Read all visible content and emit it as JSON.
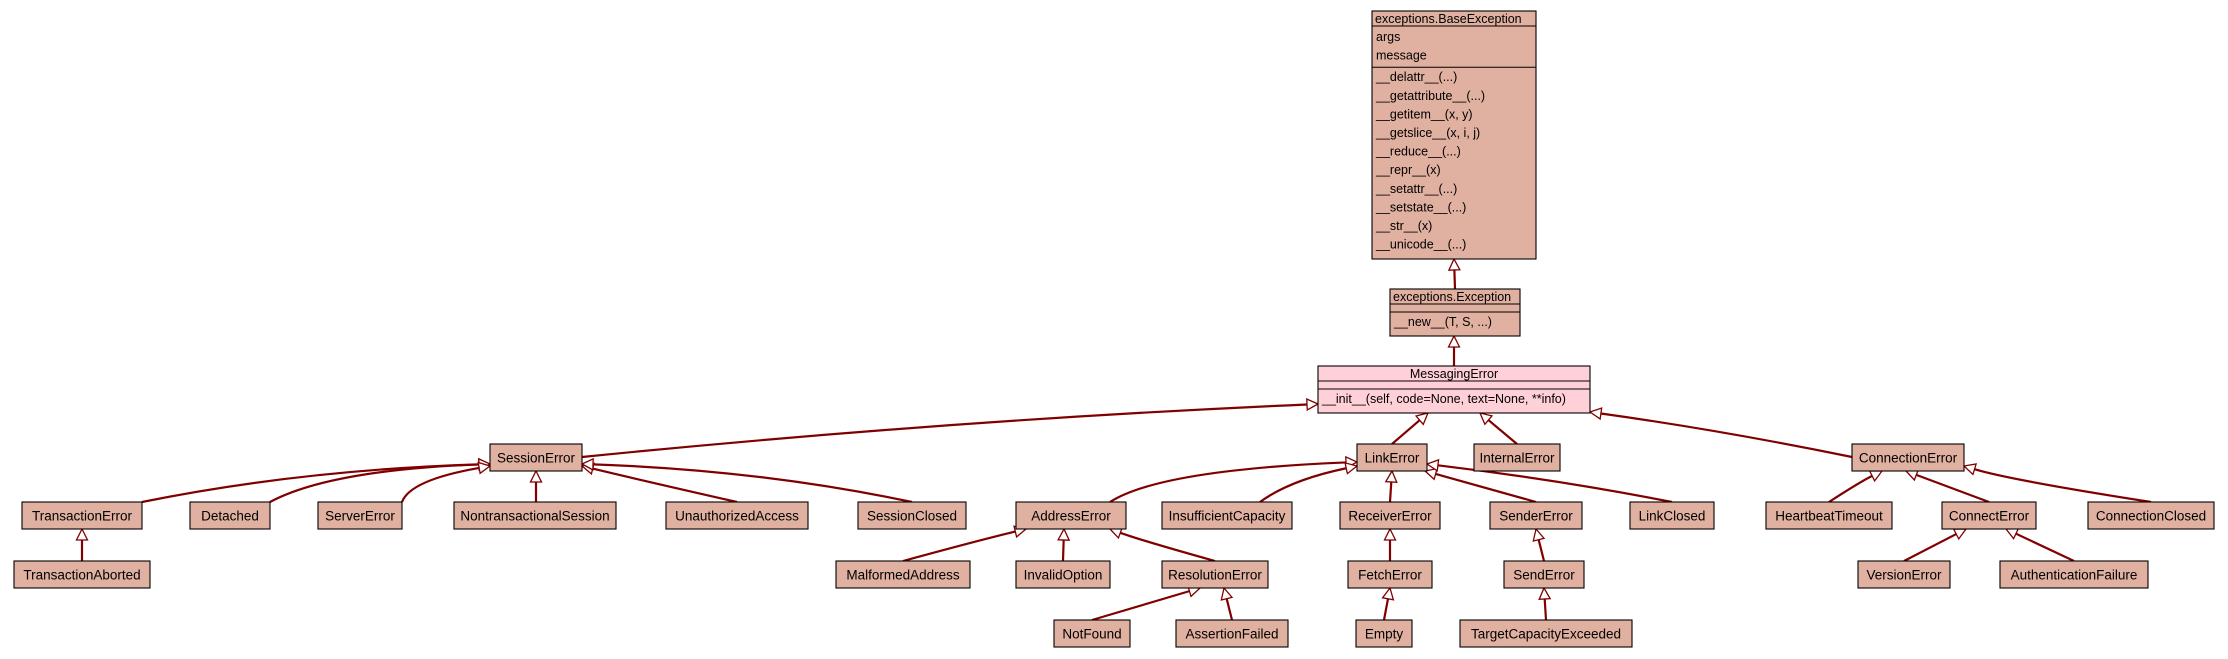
{
  "colors": {
    "box_fill": "#e0b0a0",
    "highlight_fill": "#ffd0d8",
    "edge": "#800000",
    "border": "#000000",
    "background": "#ffffff"
  },
  "classes": [
    {
      "id": "BaseException",
      "name": "exceptions.BaseException",
      "attributes": [
        "args",
        "message"
      ],
      "methods": [
        "__delattr__(...)",
        "__getattribute__(...)",
        "__getitem__(x, y)",
        "__getslice__(x, i, j)",
        "__reduce__(...)",
        "__repr__(x)",
        "__setattr__(...)",
        "__setstate__(...)",
        "__str__(x)",
        "__unicode__(...)"
      ]
    },
    {
      "id": "Exception",
      "name": "exceptions.Exception",
      "attributes": [],
      "methods": [
        "__new__(T, S, ...)"
      ]
    },
    {
      "id": "MessagingError",
      "name": "MessagingError",
      "highlighted": true,
      "attributes": [],
      "methods": [
        "__init__(self, code=None, text=None, **info)"
      ]
    },
    {
      "id": "SessionError",
      "name": "SessionError"
    },
    {
      "id": "LinkError",
      "name": "LinkError"
    },
    {
      "id": "InternalError",
      "name": "InternalError"
    },
    {
      "id": "ConnectionError",
      "name": "ConnectionError"
    },
    {
      "id": "TransactionError",
      "name": "TransactionError"
    },
    {
      "id": "Detached",
      "name": "Detached"
    },
    {
      "id": "ServerError",
      "name": "ServerError"
    },
    {
      "id": "NontransactionalSession",
      "name": "NontransactionalSession"
    },
    {
      "id": "UnauthorizedAccess",
      "name": "UnauthorizedAccess"
    },
    {
      "id": "SessionClosed",
      "name": "SessionClosed"
    },
    {
      "id": "TransactionAborted",
      "name": "TransactionAborted"
    },
    {
      "id": "AddressError",
      "name": "AddressError"
    },
    {
      "id": "InsufficientCapacity",
      "name": "InsufficientCapacity"
    },
    {
      "id": "ReceiverError",
      "name": "ReceiverError"
    },
    {
      "id": "SenderError",
      "name": "SenderError"
    },
    {
      "id": "LinkClosed",
      "name": "LinkClosed"
    },
    {
      "id": "MalformedAddress",
      "name": "MalformedAddress"
    },
    {
      "id": "InvalidOption",
      "name": "InvalidOption"
    },
    {
      "id": "ResolutionError",
      "name": "ResolutionError"
    },
    {
      "id": "NotFound",
      "name": "NotFound"
    },
    {
      "id": "AssertionFailed",
      "name": "AssertionFailed"
    },
    {
      "id": "FetchError",
      "name": "FetchError"
    },
    {
      "id": "Empty",
      "name": "Empty"
    },
    {
      "id": "SendError",
      "name": "SendError"
    },
    {
      "id": "TargetCapacityExceeded",
      "name": "TargetCapacityExceeded"
    },
    {
      "id": "HeartbeatTimeout",
      "name": "HeartbeatTimeout"
    },
    {
      "id": "ConnectError",
      "name": "ConnectError"
    },
    {
      "id": "ConnectionClosed",
      "name": "ConnectionClosed"
    },
    {
      "id": "VersionError",
      "name": "VersionError"
    },
    {
      "id": "AuthenticationFailure",
      "name": "AuthenticationFailure"
    }
  ],
  "inheritance": [
    {
      "child": "Exception",
      "parent": "BaseException"
    },
    {
      "child": "MessagingError",
      "parent": "Exception"
    },
    {
      "child": "SessionError",
      "parent": "MessagingError"
    },
    {
      "child": "LinkError",
      "parent": "MessagingError"
    },
    {
      "child": "InternalError",
      "parent": "MessagingError"
    },
    {
      "child": "ConnectionError",
      "parent": "MessagingError"
    },
    {
      "child": "TransactionError",
      "parent": "SessionError"
    },
    {
      "child": "Detached",
      "parent": "SessionError"
    },
    {
      "child": "ServerError",
      "parent": "SessionError"
    },
    {
      "child": "NontransactionalSession",
      "parent": "SessionError"
    },
    {
      "child": "UnauthorizedAccess",
      "parent": "SessionError"
    },
    {
      "child": "SessionClosed",
      "parent": "SessionError"
    },
    {
      "child": "TransactionAborted",
      "parent": "TransactionError"
    },
    {
      "child": "AddressError",
      "parent": "LinkError"
    },
    {
      "child": "InsufficientCapacity",
      "parent": "LinkError"
    },
    {
      "child": "ReceiverError",
      "parent": "LinkError"
    },
    {
      "child": "SenderError",
      "parent": "LinkError"
    },
    {
      "child": "LinkClosed",
      "parent": "LinkError"
    },
    {
      "child": "MalformedAddress",
      "parent": "AddressError"
    },
    {
      "child": "InvalidOption",
      "parent": "AddressError"
    },
    {
      "child": "ResolutionError",
      "parent": "AddressError"
    },
    {
      "child": "NotFound",
      "parent": "ResolutionError"
    },
    {
      "child": "AssertionFailed",
      "parent": "ResolutionError"
    },
    {
      "child": "FetchError",
      "parent": "ReceiverError"
    },
    {
      "child": "Empty",
      "parent": "FetchError"
    },
    {
      "child": "SendError",
      "parent": "SenderError"
    },
    {
      "child": "TargetCapacityExceeded",
      "parent": "SendError"
    },
    {
      "child": "HeartbeatTimeout",
      "parent": "ConnectionError"
    },
    {
      "child": "ConnectError",
      "parent": "ConnectionError"
    },
    {
      "child": "ConnectionClosed",
      "parent": "ConnectionError"
    },
    {
      "child": "VersionError",
      "parent": "ConnectError"
    },
    {
      "child": "AuthenticationFailure",
      "parent": "ConnectError"
    }
  ]
}
